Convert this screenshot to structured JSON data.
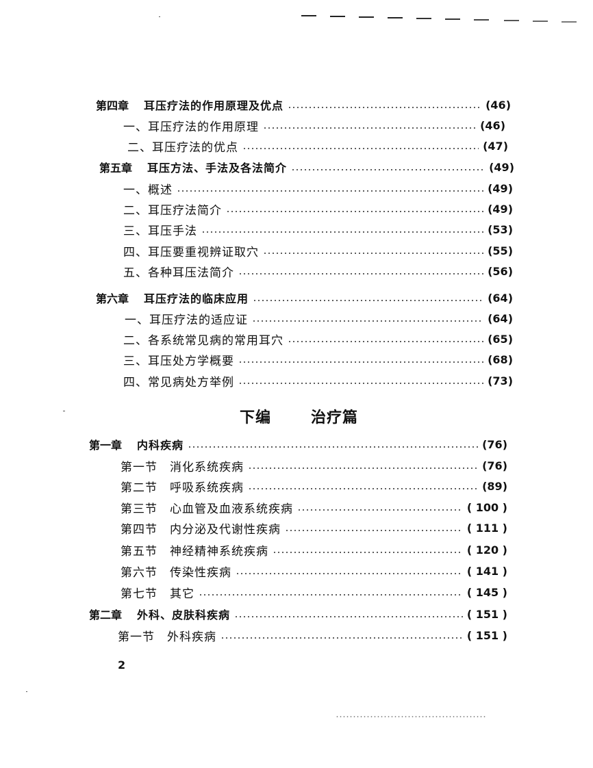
{
  "header_marks": {
    "dash_count": 10
  },
  "upper_entries": [
    {
      "type": "chapter",
      "num": "第四章",
      "title": "耳压疗法的作用原理及优点",
      "page": "(46)"
    },
    {
      "type": "section",
      "num": "一、",
      "title": "耳压疗法的作用原理",
      "page": "(46)"
    },
    {
      "type": "section",
      "num": "二、",
      "title": "耳压疗法的优点",
      "page": "(47)"
    },
    {
      "type": "chapter",
      "num": "第五章",
      "title": "耳压方法、手法及各法简介",
      "page": "(49)"
    },
    {
      "type": "section",
      "num": "一、",
      "title": "概述",
      "page": "(49)"
    },
    {
      "type": "section",
      "num": "二、",
      "title": "耳压疗法简介",
      "page": "(49)"
    },
    {
      "type": "section",
      "num": "三、",
      "title": "耳压手法",
      "page": "(53)"
    },
    {
      "type": "section",
      "num": "四、",
      "title": "耳压要重视辨证取穴",
      "page": "(55)"
    },
    {
      "type": "section",
      "num": "五、",
      "title": "各种耳压法简介",
      "page": "(56)"
    },
    {
      "type": "chapter",
      "num": "第六章",
      "title": "耳压疗法的临床应用",
      "page": "(64)"
    },
    {
      "type": "section",
      "num": "一、",
      "title": "耳压疗法的适应证",
      "page": "(64)"
    },
    {
      "type": "section",
      "num": "二、",
      "title": "各系统常见病的常用耳穴",
      "page": "(65)"
    },
    {
      "type": "section",
      "num": "三、",
      "title": "耳压处方学概要",
      "page": "(68)"
    },
    {
      "type": "section",
      "num": "四、",
      "title": "常见病处方举例",
      "page": "(73)"
    }
  ],
  "part": {
    "left": "下编",
    "right": "治疗篇"
  },
  "lower_entries": [
    {
      "type": "chapter",
      "num": "第一章",
      "title": "内科疾病",
      "page": "(76)"
    },
    {
      "type": "section",
      "num": "第一节",
      "title": "消化系统疾病",
      "page": "(76)"
    },
    {
      "type": "section",
      "num": "第二节",
      "title": "呼吸系统疾病",
      "page": "(89)"
    },
    {
      "type": "section",
      "num": "第三节",
      "title": "心血管及血液系统疾病",
      "page": "( 100 )"
    },
    {
      "type": "section",
      "num": "第四节",
      "title": "内分泌及代谢性疾病",
      "page": "( 111 )"
    },
    {
      "type": "section",
      "num": "第五节",
      "title": "神经精神系统疾病",
      "page": "( 120 )"
    },
    {
      "type": "section",
      "num": "第六节",
      "title": "传染性疾病",
      "page": "( 141 )"
    },
    {
      "type": "section",
      "num": "第七节",
      "title": "其它",
      "page": "( 145 )"
    },
    {
      "type": "chapter",
      "num": "第二章",
      "title": "外科、皮肤科疾病",
      "page": "( 151 )"
    },
    {
      "type": "section",
      "num": "第一节",
      "title": "外科疾病",
      "page": "( 151 )"
    }
  ],
  "page_number": "2"
}
